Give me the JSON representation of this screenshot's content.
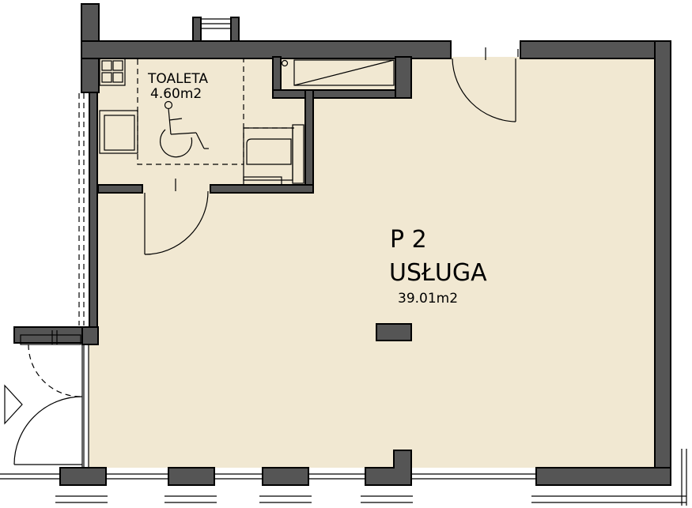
{
  "rooms": {
    "toilet": {
      "name": "TOALETA",
      "area": "4.60m2"
    },
    "main": {
      "number": "P 2",
      "name": "USŁUGA",
      "area": "39.01m2"
    }
  },
  "colors": {
    "floor": "#f1e8d2",
    "wall": "#555555",
    "line": "#000000"
  },
  "icons": [
    "wheelchair-icon",
    "entrance-arrow-icon",
    "sink-icon",
    "bathtub-icon"
  ]
}
